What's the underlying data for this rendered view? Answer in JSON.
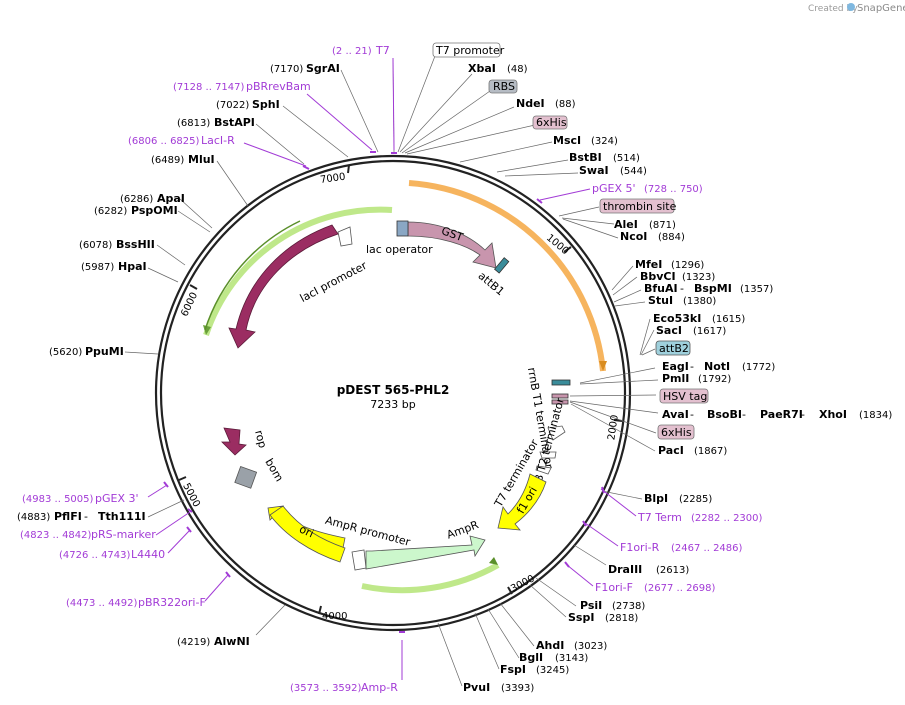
{
  "credit": {
    "prefix": "Created by",
    "brand": "SnapGene"
  },
  "map": {
    "name": "pDEST 565-PHL2",
    "length": "7233 bp"
  },
  "ticks": [
    "7000",
    "1000",
    "2000",
    "3000",
    "4000",
    "5000",
    "6000"
  ],
  "features": {
    "gst": "GST",
    "attb1": "attB1",
    "lac_operator": "lac operator",
    "laci_promoter": "lacI promoter",
    "laci": "lacI",
    "rrnb_t1": "rrnB T1 terminator",
    "rrnb_t2": "rrnB T2 terminator",
    "t7_terminator": "T7 terminator",
    "f1_ori": "f1 ori",
    "ampr": "AmpR",
    "ampr_promoter": "AmpR promoter",
    "ori": "ori",
    "rop": "rop",
    "bom": "bom"
  },
  "boxed_labels": {
    "t7_promoter": "T7 promoter",
    "rbs": "RBS",
    "his_top": "6xHis",
    "thrombin": "thrombin site",
    "attb2": "attB2",
    "hsv": "HSV tag",
    "his_bottom": "6xHis"
  },
  "enzymes": {
    "xbai": {
      "name": "XbaI",
      "pos": "(48)"
    },
    "ndei": {
      "name": "NdeI",
      "pos": "(88)"
    },
    "msci": {
      "name": "MscI",
      "pos": "(324)"
    },
    "bstbi": {
      "name": "BstBI",
      "pos": "(514)"
    },
    "swai": {
      "name": "SwaI",
      "pos": "(544)"
    },
    "alei": {
      "name": "AleI",
      "pos": "(871)"
    },
    "ncoi": {
      "name": "NcoI",
      "pos": "(884)"
    },
    "mfei": {
      "name": "MfeI",
      "pos": "(1296)"
    },
    "bbvci": {
      "name": "BbvCI",
      "pos": "(1323)"
    },
    "bfuai": {
      "name": "BfuAI",
      "sep": " - ",
      "name2": "BspMI",
      "pos": "(1357)"
    },
    "stui": {
      "name": "StuI",
      "pos": "(1380)"
    },
    "eco53ki": {
      "name": "Eco53kI",
      "pos": "(1615)"
    },
    "saci": {
      "name": "SacI",
      "pos": "(1617)"
    },
    "eagi": {
      "name": "EagI",
      "sep": " - ",
      "name2": "NotI",
      "pos": "(1772)"
    },
    "pmli": {
      "name": "PmlI",
      "pos": "(1792)"
    },
    "avai": {
      "name": "AvaI",
      "sep1": " - ",
      "name2": "BsoBI",
      "sep2": " - ",
      "name3": "PaeR7I",
      "sep3": " - ",
      "name4": "XhoI",
      "pos": "(1834)"
    },
    "paci": {
      "name": "PacI",
      "pos": "(1867)"
    },
    "blpi": {
      "name": "BlpI",
      "pos": "(2285)"
    },
    "draiii": {
      "name": "DraIII",
      "pos": "(2613)"
    },
    "psii": {
      "name": "PsiI",
      "pos": "(2738)"
    },
    "sspi": {
      "name": "SspI",
      "pos": "(2818)"
    },
    "ahdi": {
      "name": "AhdI",
      "pos": "(3023)"
    },
    "bgli": {
      "name": "BglI",
      "pos": "(3143)"
    },
    "fspi": {
      "name": "FspI",
      "pos": "(3245)"
    },
    "pvui": {
      "name": "PvuI",
      "pos": "(3393)"
    },
    "alwni": {
      "name": "AlwNI",
      "pos": "(4219)"
    },
    "pflfi": {
      "pos": "(4883)",
      "name": "PflFI",
      "sep": " - ",
      "name2": "Tth111I"
    },
    "ppumi": {
      "pos": "(5620)",
      "name": "PpuMI"
    },
    "hpai": {
      "pos": "(5987)",
      "name": "HpaI"
    },
    "bsshii": {
      "pos": "(6078)",
      "name": "BssHII"
    },
    "pspomi": {
      "pos": "(6282)",
      "name": "PspOMI"
    },
    "apai": {
      "pos": "(6286)",
      "name": "ApaI"
    },
    "mlui": {
      "pos": "(6489)",
      "name": "MluI"
    },
    "bstapi": {
      "pos": "(6813)",
      "name": "BstAPI"
    },
    "sphi": {
      "pos": "(7022)",
      "name": "SphI"
    },
    "sgrai": {
      "pos": "(7170)",
      "name": "SgrAI"
    }
  },
  "primers": {
    "t7": {
      "range": "(2 .. 21)",
      "name": "T7"
    },
    "pbrrevbam": {
      "range": "(7128 .. 7147)",
      "name": "pBRrevBam"
    },
    "laci_r": {
      "range": "(6806 .. 6825)",
      "name": "LacI-R"
    },
    "pgex5": {
      "name": "pGEX 5'",
      "range": "(728 .. 750)"
    },
    "t7term": {
      "name": "T7 Term",
      "range": "(2282 .. 2300)"
    },
    "f1ori_r": {
      "name": "F1ori-R",
      "range": "(2467 .. 2486)"
    },
    "f1ori_f": {
      "name": "F1ori-F",
      "range": "(2677 .. 2698)"
    },
    "ampr": {
      "range": "(3573 .. 3592)",
      "name": "Amp-R"
    },
    "pbr322": {
      "range": "(4473 .. 4492)",
      "name": "pBR322ori-F"
    },
    "l4440": {
      "range": "(4726 .. 4743)",
      "name": "L4440"
    },
    "prs": {
      "range": "(4823 .. 4842)",
      "name": "pRS-marker"
    },
    "pgex3": {
      "range": "(4983 .. 5005)",
      "name": "pGEX 3'"
    }
  }
}
